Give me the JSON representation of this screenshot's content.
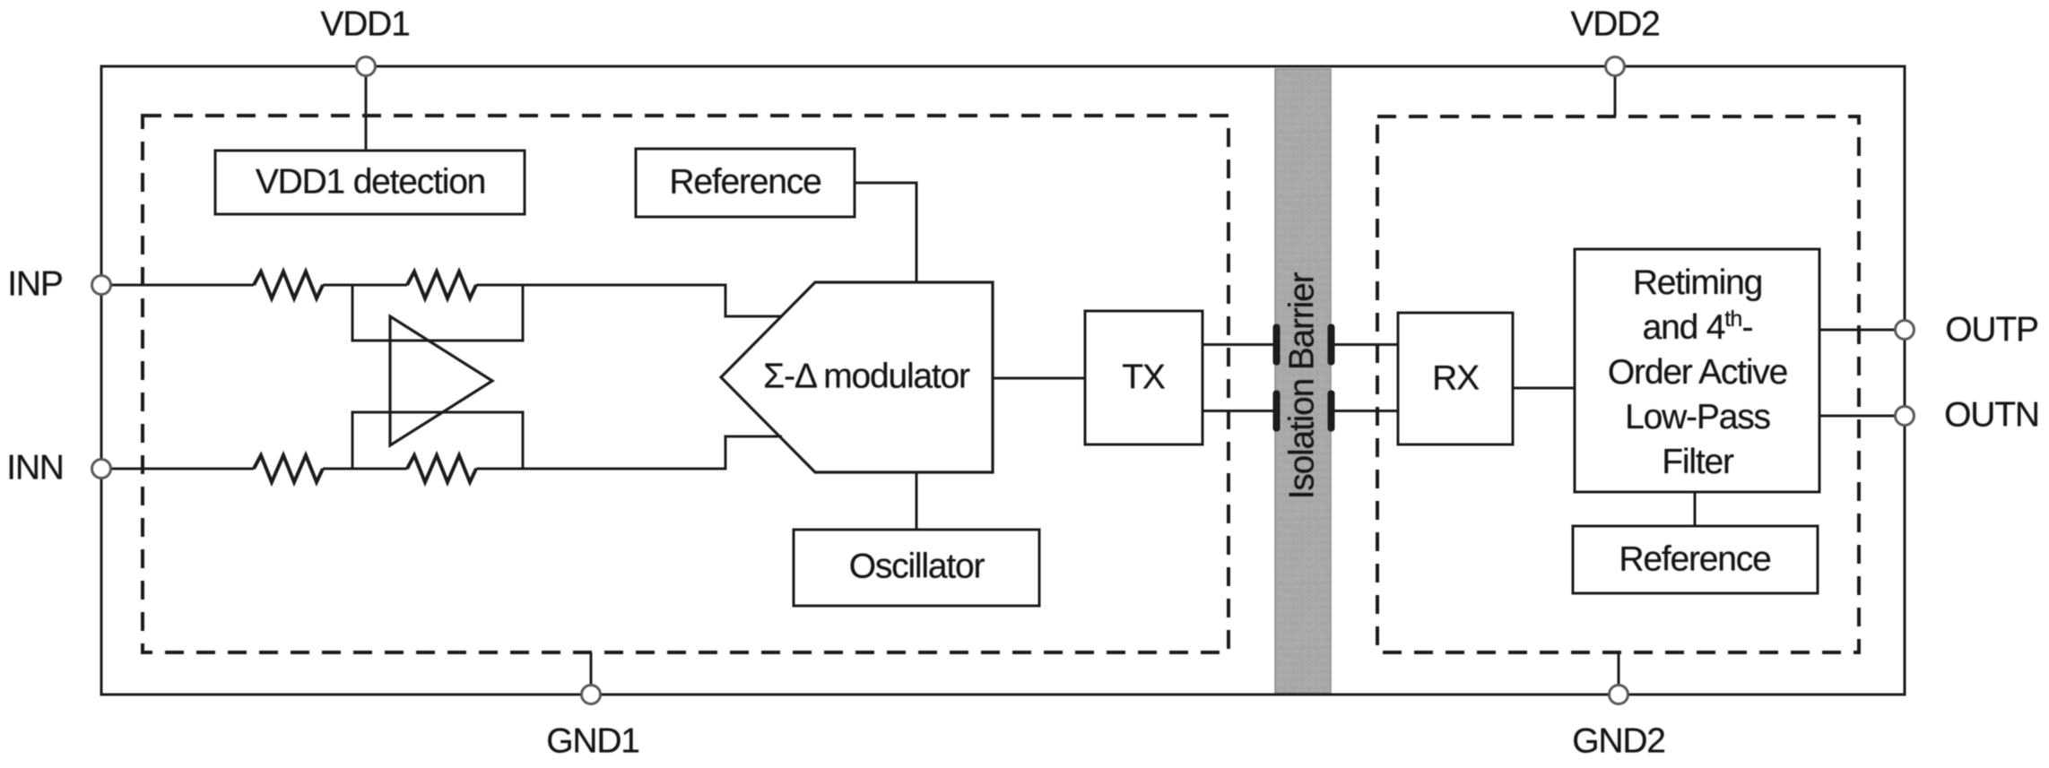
{
  "figure": {
    "title_hint": "isolated amplifier functional block diagram",
    "background": "#ffffff",
    "line_color": "#1c1c1c",
    "pins": {
      "vdd1": "VDD1",
      "vdd2": "VDD2",
      "inp": "INP",
      "inn": "INN",
      "outp": "OUTP",
      "outn": "OUTN",
      "gnd1": "GND1",
      "gnd2": "GND2"
    },
    "blocks": {
      "vdd1_detection": "VDD1 detection",
      "reference_left": "Reference",
      "modulator": "Σ-Δ modulator",
      "oscillator": "Oscillator",
      "tx": "TX",
      "rx": "RX",
      "filter_line1": "Retiming",
      "filter_line2_pre": "and 4",
      "filter_line2_sup": "th",
      "filter_line2_post": "-",
      "filter_line3": "Order Active",
      "filter_line4": "Low-Pass",
      "filter_line5": "Filter",
      "reference_right": "Reference"
    },
    "barrier": {
      "label": "Isolation Barrier",
      "fill": "#a9a9a9"
    }
  }
}
